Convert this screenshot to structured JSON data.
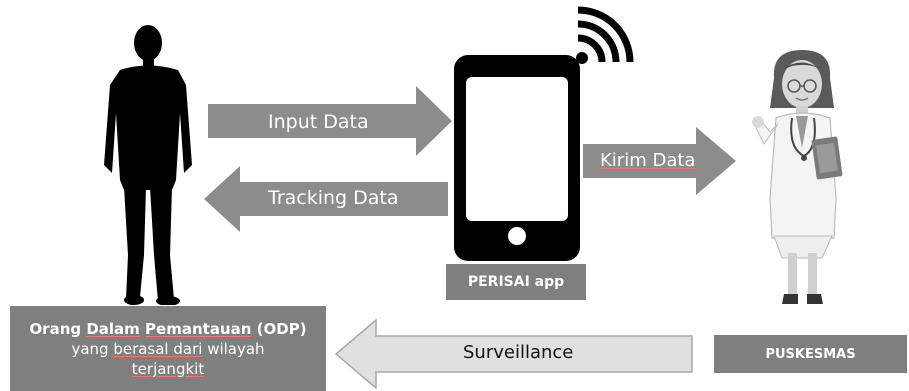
{
  "arrows": {
    "input": "Input Data",
    "tracking": "Tracking Data",
    "kirim": "Kirim Data",
    "surveillance": "Surveillance"
  },
  "app_label": "PERISAI app",
  "puskesmas_label": "PUSKESMAS",
  "odp": {
    "line1_bold_a": "Orang ",
    "line1_u1": "Dalam",
    "line1_mid": " ",
    "line1_u2": "Pemantauan",
    "line1_bold_b": " (ODP)",
    "line2_a": "yang ",
    "line2_u": "berasal dari",
    "line2_b": " wilayah",
    "line3_u": "terjangkit"
  },
  "colors": {
    "arrow_fill": "#8c8c8c",
    "box_fill": "#7f7f7f",
    "surveillance_fill": "#e0e0e0",
    "silhouette": "#000000"
  },
  "icons": [
    "person-silhouette-icon",
    "smartphone-icon",
    "wifi-signal-icon",
    "doctor-icon"
  ]
}
